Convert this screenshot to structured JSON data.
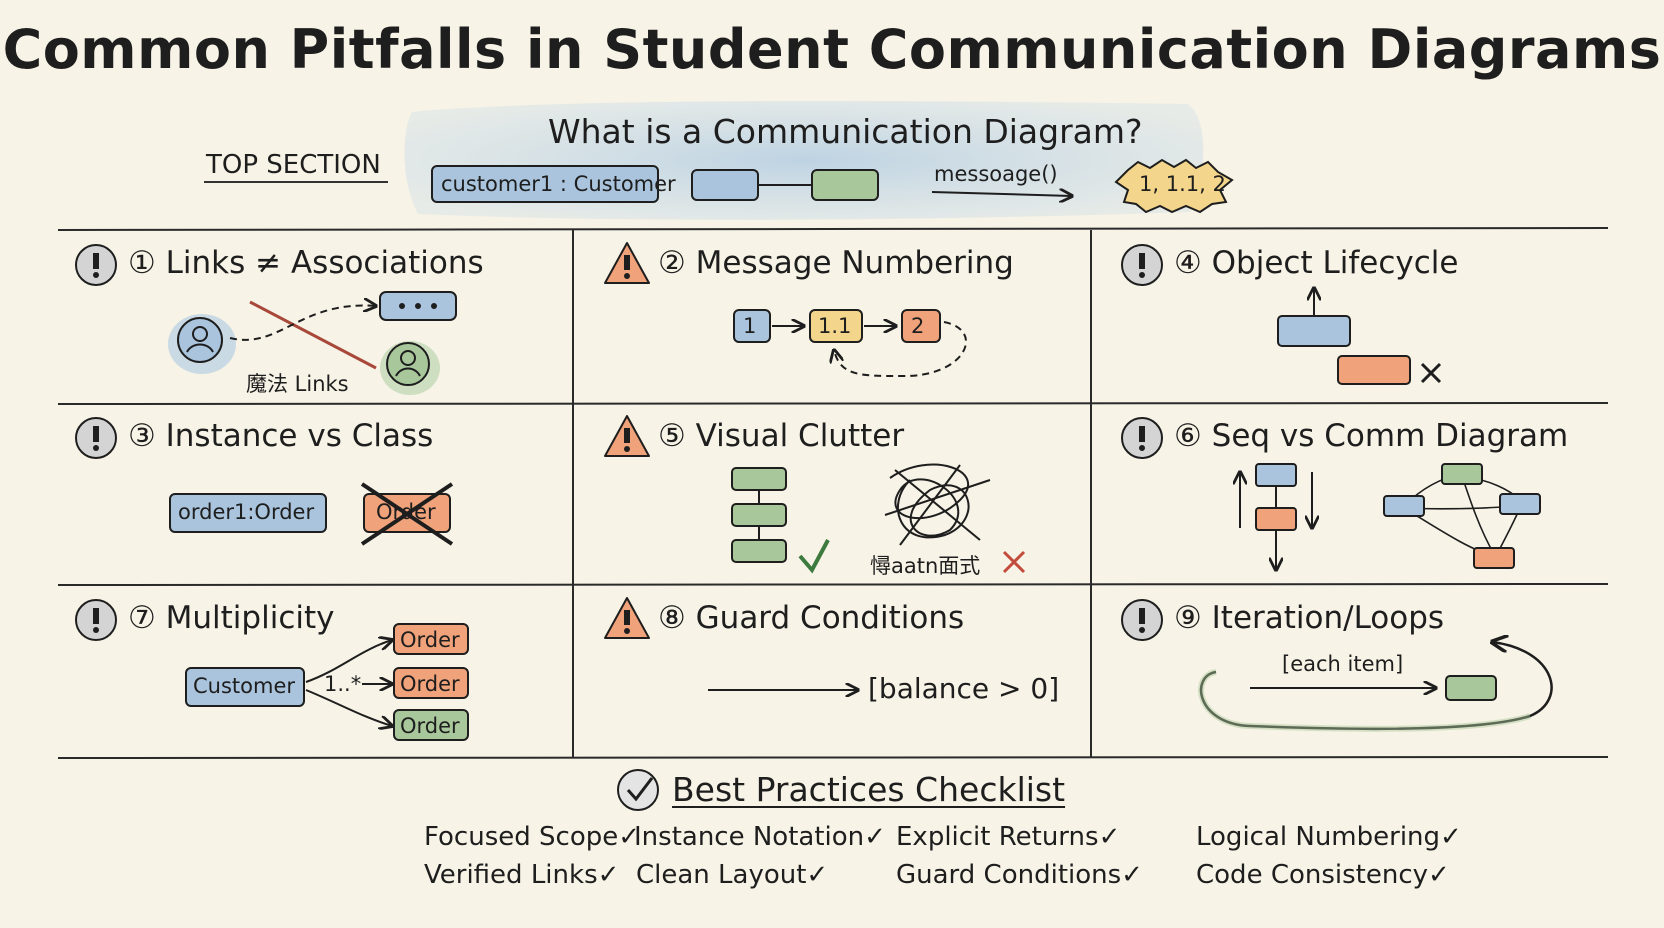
{
  "title": "Common Pitfalls in Student Communication Diagrams",
  "top_section": {
    "label": "TOP SECTION",
    "subtitle": "What is a Communication Diagram?",
    "object_box": "customer1 : Customer",
    "message": "messoage()",
    "sequence_badge": "1, 1.1, 2"
  },
  "pitfalls": [
    {
      "title": "① Links ≠ Associations",
      "note": "魔法 Links",
      "icon": "exclamation-icon"
    },
    {
      "title": "② Message Numbering",
      "steps": [
        "1",
        "1.1",
        "2"
      ],
      "icon": "warning-icon"
    },
    {
      "title": "④ Object Lifecycle",
      "icon": "exclamation-icon"
    },
    {
      "title": "③ Instance vs Class",
      "good": "order1:Order",
      "bad": "Order",
      "icon": "exclamation-icon"
    },
    {
      "title": "⑤ Visual Clutter",
      "note": "憳aatn面式",
      "icon": "warning-icon"
    },
    {
      "title": "⑥ Seq vs Comm Diagram",
      "icon": "exclamation-icon"
    },
    {
      "title": "⑦ Multiplicity",
      "source": "Customer",
      "multiplicity": "1..*",
      "targets": [
        "Order",
        "Order",
        "Order"
      ],
      "icon": "exclamation-icon"
    },
    {
      "title": "⑧ Guard Conditions",
      "guard": "[balance > 0]",
      "icon": "warning-icon"
    },
    {
      "title": "⑨ Iteration/Loops",
      "loop": "[each item]",
      "icon": "exclamation-icon"
    }
  ],
  "checklist": {
    "title": "Best Practices Checklist",
    "items": [
      "Focused Scope✓",
      "Instance Notation✓",
      "Explicit Returns✓",
      "Logical Numbering✓",
      "Verified Links✓",
      "Clean Layout✓",
      "Guard Conditions✓",
      "Code Consistency✓"
    ]
  },
  "colors": {
    "blue": "#a9c4dc",
    "green": "#a8c79b",
    "orange": "#f0a27a",
    "yellow": "#f3d58c",
    "ink": "#1e1e1e",
    "paper": "#f7f3e6"
  }
}
